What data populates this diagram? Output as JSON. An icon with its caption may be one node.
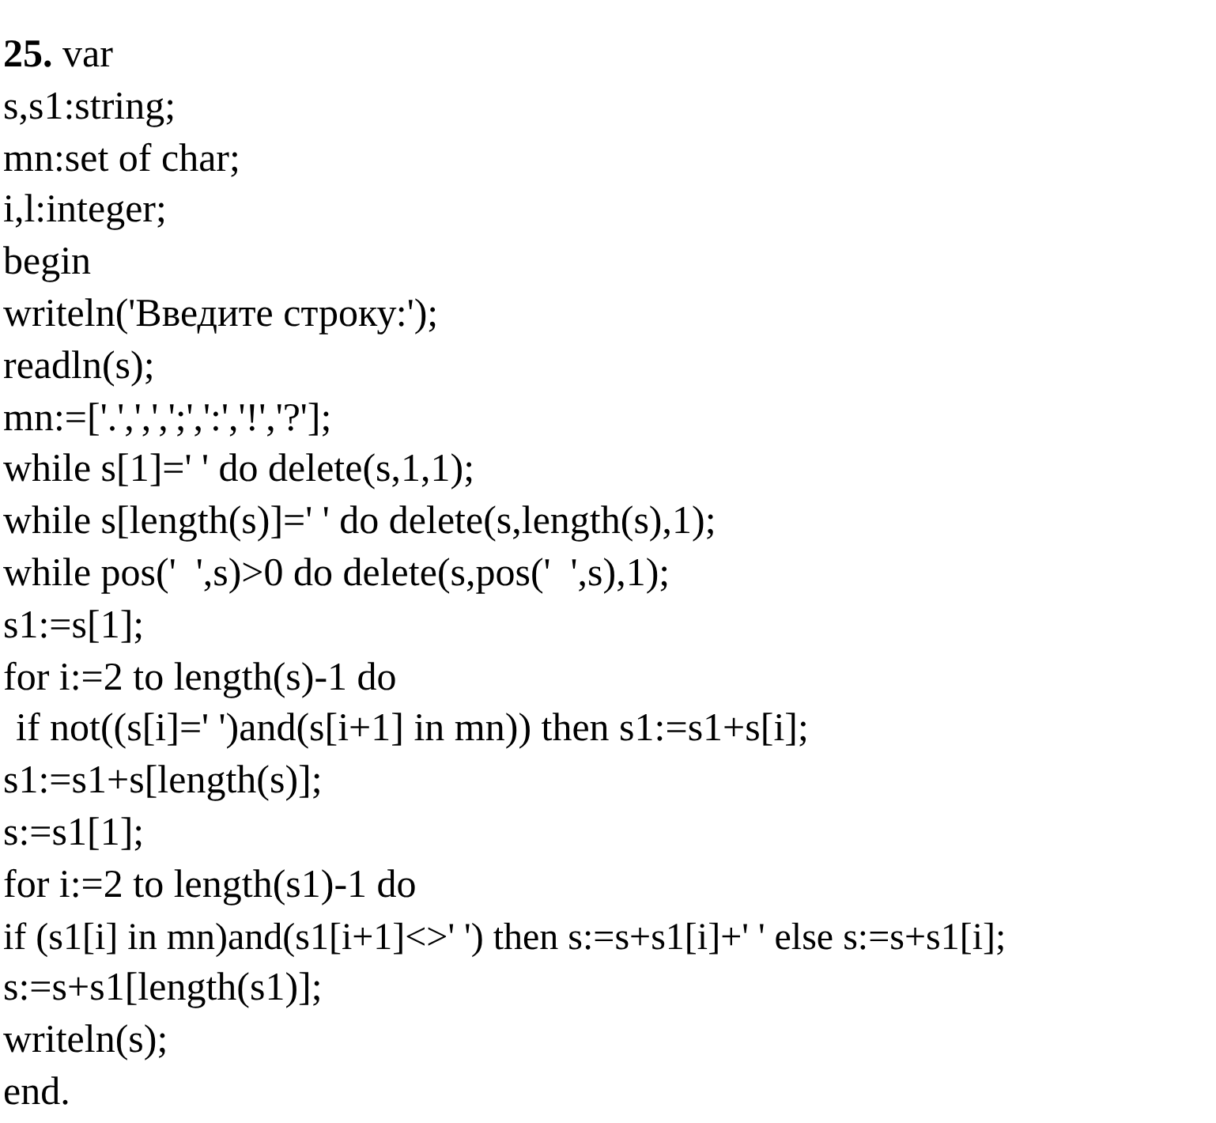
{
  "diagram": {
    "labels": [
      "**25.** var",
      "s,s1:string;",
      "mn:set of char;",
      "i,l:integer;",
      "begin",
      "writeln('Введите строку:');",
      "readln(s);",
      "mn:=['.',',',';',':','!','?'];",
      "while s[1]=' ' do delete(s,1,1);",
      "while s[length(s)]=' ' do delete(s,length(s),1);",
      "while pos('  ',s)>0 do delete(s,pos('  ',s),1);",
      "s1:=s[1];",
      "for i:=2 to length(s)-1 do",
      "if not((s[i]=' ')and(s[i+1] in mn)) then s1:=s1+s[i];",
      "s1:=s1+s[length(s)];",
      "s:=s1[1];",
      "for i:=2 to length(s1)-1 do",
      "if (s1[i] in mn)and(s1[i+1]<>' ') then s:=s+s1[i]+' ' else s:=s+s1[i];",
      "s:=s+s1[length(s1)];",
      "writeln(s);",
      "end."
    ]
  }
}
